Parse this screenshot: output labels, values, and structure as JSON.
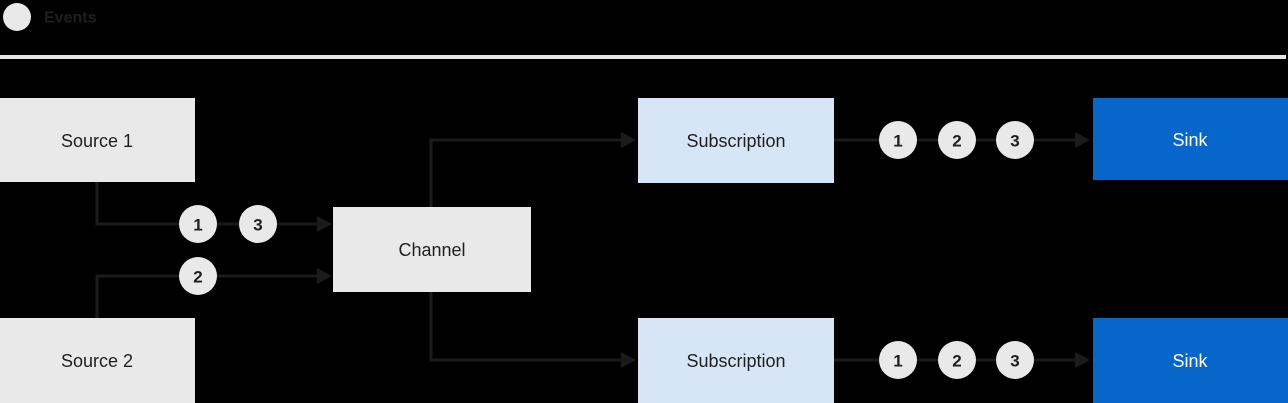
{
  "legend": {
    "icon": "event-circle-icon",
    "label": "Events"
  },
  "colors": {
    "background": "#000000",
    "box_gray": "#e9e9e9",
    "box_light_blue": "#d7e6f6",
    "box_blue": "#0666c9",
    "line": "#1b1b1b",
    "separator": "#e6e6e6",
    "text_dark": "#1f1f1f",
    "text_white": "#ffffff"
  },
  "nodes": {
    "source1": "Source 1",
    "source2": "Source 2",
    "channel": "Channel",
    "subscription_top": "Subscription",
    "subscription_bottom": "Subscription",
    "sink_top": "Sink",
    "sink_bottom": "Sink"
  },
  "events": {
    "source1_to_channel": [
      "1",
      "3"
    ],
    "source2_to_channel": [
      "2"
    ],
    "subscription_top_to_sink": [
      "1",
      "2",
      "3"
    ],
    "subscription_bottom_to_sink": [
      "1",
      "2",
      "3"
    ]
  }
}
